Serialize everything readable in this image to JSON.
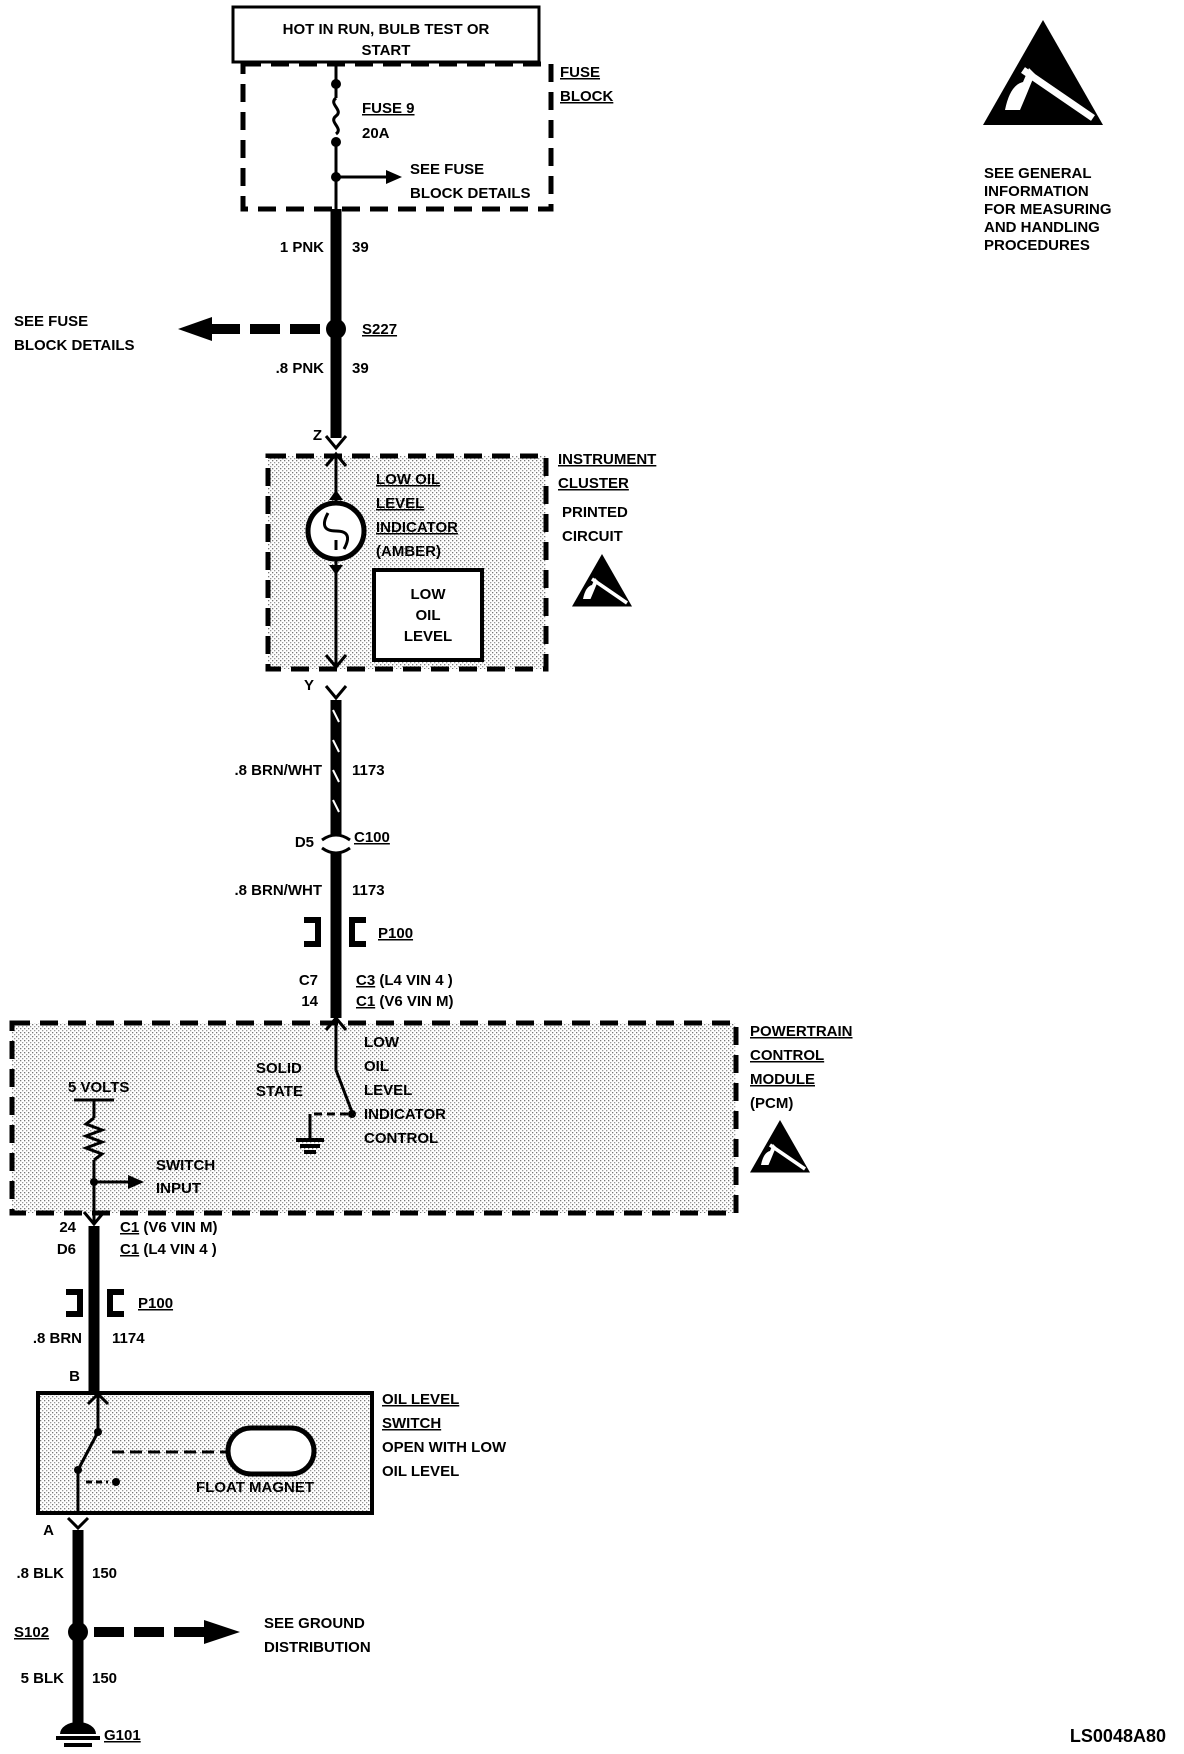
{
  "power": {
    "line1": "HOT IN RUN, BULB TEST OR",
    "line2": "START"
  },
  "fuse_block": {
    "label1": "FUSE",
    "label2": "BLOCK",
    "fuse_name": "FUSE 9",
    "fuse_rating": "20A",
    "see1": "SEE FUSE",
    "see2": "BLOCK DETAILS"
  },
  "esd_note": [
    "SEE GENERAL",
    "INFORMATION",
    "FOR MEASURING",
    "AND HANDLING",
    "PROCEDURES"
  ],
  "wires": {
    "w1_left": "1 PNK",
    "w1_right": "39",
    "w2_left": ".8 PNK",
    "w2_right": "39",
    "w3_left": ".8 BRN/WHT",
    "w3_right": "1173",
    "w4_left": ".8 BRN/WHT",
    "w4_right": "1173",
    "w5_left": ".8 BRN",
    "w5_right": "1174",
    "w6_left": ".8 BLK",
    "w6_right": "150",
    "w7_left": "5 BLK",
    "w7_right": "150"
  },
  "splice_s227": {
    "name": "S227",
    "see1": "SEE FUSE",
    "see2": "BLOCK DETAILS"
  },
  "cluster": {
    "label1": "INSTRUMENT",
    "label2": "CLUSTER",
    "label3": "PRINTED",
    "label4": "CIRCUIT",
    "pin_top": "Z",
    "pin_bottom": "Y",
    "lamp1": "LOW OIL",
    "lamp2": "LEVEL",
    "lamp3": "INDICATOR",
    "lamp4": "(AMBER)",
    "box1": "LOW",
    "box2": "OIL",
    "box3": "LEVEL"
  },
  "c100": {
    "pin": "D5",
    "name": "C100"
  },
  "p100": {
    "name": "P100"
  },
  "pcm_conn_top": {
    "pin1": "C7",
    "pin2": "14",
    "c1": "C3",
    "c1_text": " (L4 VIN 4 )",
    "c2": "C1",
    "c2_text": " (V6 VIN M)"
  },
  "pcm": {
    "label1": "POWERTRAIN",
    "label2": "CONTROL",
    "label3": "MODULE",
    "label4": "(PCM)",
    "volts": "5 VOLTS",
    "switch1": "SWITCH",
    "switch2": "INPUT",
    "solid1": "SOLID",
    "solid2": "STATE",
    "ctrl1": "LOW",
    "ctrl2": "OIL",
    "ctrl3": "LEVEL",
    "ctrl4": "INDICATOR",
    "ctrl5": "CONTROL"
  },
  "pcm_conn_bottom": {
    "pin1": "24",
    "pin2": "D6",
    "c1": "C1",
    "c1_text": " (V6 VIN M)",
    "c2": "C1",
    "c2_text": " (L4 VIN 4 )"
  },
  "switch": {
    "pin_top": "B",
    "pin_bottom": "A",
    "label1": "OIL LEVEL",
    "label2": "SWITCH",
    "label3": "OPEN WITH LOW",
    "label4": "OIL LEVEL",
    "magnet": "FLOAT MAGNET"
  },
  "splice_s102": {
    "name": "S102",
    "see1": "SEE GROUND",
    "see2": "DISTRIBUTION"
  },
  "ground": {
    "name": "G101"
  },
  "figure_id": "LS0048A80"
}
